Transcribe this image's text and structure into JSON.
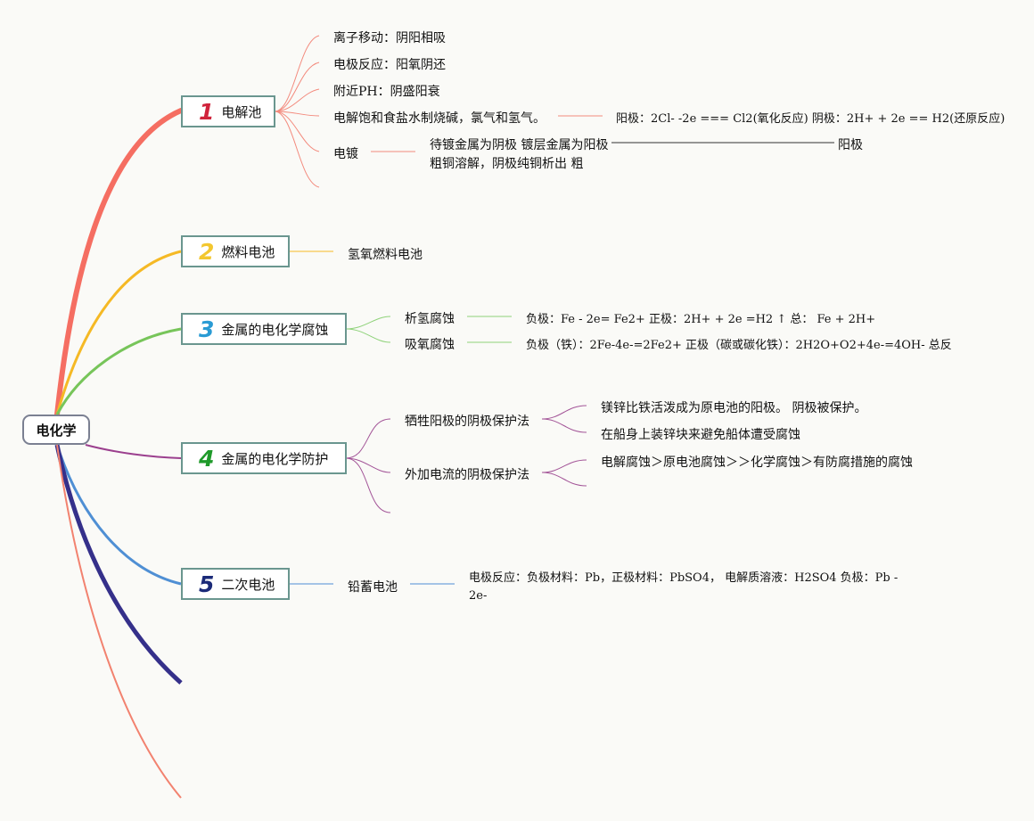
{
  "root": {
    "label": "电化学"
  },
  "topics": [
    {
      "num": "1",
      "title": "电解池",
      "items": [
        "离子移动：阴阳相吸",
        "电极反应：阳氧阴还",
        "附近PH：阴盛阳衰",
        "电解饱和食盐水制烧碱，氯气和氢气。",
        "电镀"
      ],
      "electrolysis_detail": "阳极：2Cl- -2e === Cl2(氧化反应) 阴极：2H+ + 2e == H2(还原反应)",
      "plating_detail_line1": "待镀金属为阴极 镀层金属为阳极",
      "plating_detail_line2": "粗铜溶解，阴极纯铜析出 粗",
      "plating_anode": "阳极"
    },
    {
      "num": "2",
      "title": "燃料电池",
      "items": [
        "氢氧燃料电池"
      ]
    },
    {
      "num": "3",
      "title": "金属的电化学腐蚀",
      "items": [
        "析氢腐蚀",
        "吸氧腐蚀"
      ],
      "details": [
        "负极：Fe - 2e= Fe2+ 正极：2H+ + 2e =H2 ↑ 总： Fe + 2H+",
        "负极（铁）：2Fe-4e-=2Fe2+ 正极（碳或碳化铁）：2H2O+O2+4e-=4OH- 总反"
      ]
    },
    {
      "num": "4",
      "title": "金属的电化学防护",
      "items": [
        "牺牲阳极的阴极保护法",
        "外加电流的阴极保护法"
      ],
      "sacrificial_details": [
        "镁锌比铁活泼成为原电池的阳极。 阴极被保护。",
        "在船身上装锌块来避免船体遭受腐蚀"
      ],
      "current_details": [
        "电解腐蚀＞原电池腐蚀＞＞化学腐蚀＞有防腐措施的腐蚀"
      ]
    },
    {
      "num": "5",
      "title": "二次电池",
      "items": [
        "铅蓄电池"
      ],
      "detail": "电极反应：负极材料：Pb，正极材料：PbSO4， 电解质溶液：H2SO4 负极：Pb - 2e-"
    }
  ],
  "colors": {
    "t1": "#f56e62",
    "t2": "#f5b925",
    "t3": "#77c55a",
    "t4": "#9b3f8e",
    "t5": "#4f8fd4",
    "extra1": "#35308a",
    "extra2": "#f2826f",
    "num1": "#d0233b",
    "num2": "#f3c72f",
    "num3": "#2a9bd4",
    "num4": "#1f9a2a",
    "num5": "#1b2a78",
    "box_border": "#6a968f"
  }
}
